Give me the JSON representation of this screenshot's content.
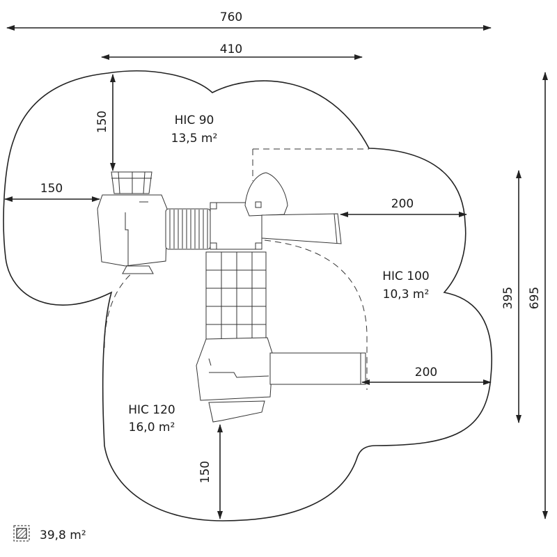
{
  "dimensions": {
    "total_width": "760",
    "inner_width": "410",
    "top_offset": "150",
    "left_offset": "150",
    "slide_right": "200",
    "slide2_right": "200",
    "bottom_offset": "150",
    "height_inner": "395",
    "height_total": "695"
  },
  "zones": [
    {
      "name": "HIC 90",
      "area": "13,5 m²"
    },
    {
      "name": "HIC 100",
      "area": "10,3 m²"
    },
    {
      "name": "HIC 120",
      "area": "16,0 m²"
    }
  ],
  "legend": {
    "icon": "hatched-square-icon",
    "total_area": "39,8 m²"
  }
}
